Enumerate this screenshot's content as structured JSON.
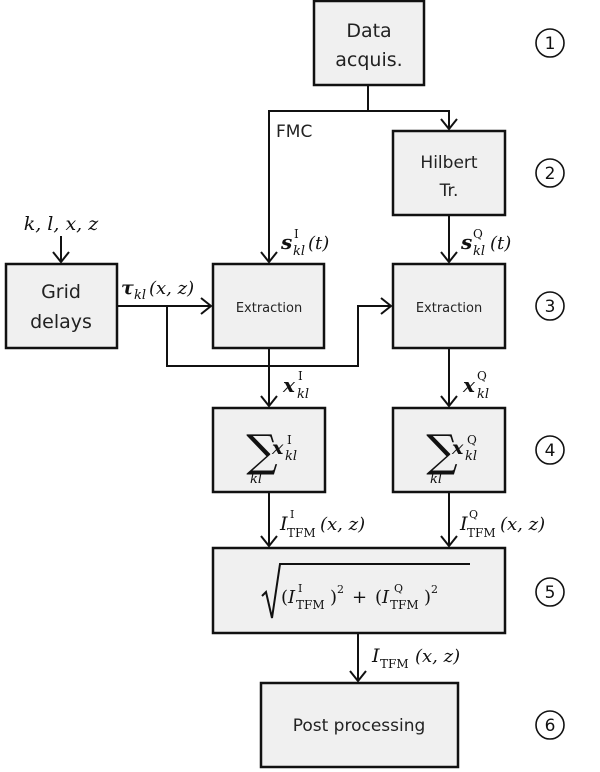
{
  "blocks": {
    "data_acquis": {
      "lines": [
        "Data",
        "acquis."
      ]
    },
    "hilbert": {
      "lines": [
        "Hilbert",
        "Tr."
      ]
    },
    "grid_delays": {
      "lines": [
        "Grid",
        "delays"
      ]
    },
    "extraction_i": {
      "label": "Extraction"
    },
    "extraction_q": {
      "label": "Extraction"
    },
    "sum_i": {
      "sigma": "∑",
      "index": "kl",
      "term": "x",
      "sup": "I",
      "sub": "kl"
    },
    "sum_q": {
      "sigma": "∑",
      "index": "kl",
      "term": "x",
      "sup": "Q",
      "sub": "kl"
    },
    "magnitude": {
      "sqrt": "√",
      "open1": "(",
      "I1": "I",
      "sup1": "I",
      "sub1": "TFM",
      "close1": ")",
      "pow1": "2",
      "plus": "+",
      "open2": "(",
      "I2": "I",
      "sup2": "Q",
      "sub2": "TFM",
      "close2": ")",
      "pow2": "2"
    },
    "post": {
      "label": "Post processing"
    }
  },
  "labels": {
    "fmc": "FMC",
    "inputs": "k, l, x, z",
    "tau": {
      "main": "τ",
      "sub": "kl",
      "args": "(x, z)"
    },
    "s_i": {
      "main": "s",
      "sup": "I",
      "sub": "kl",
      "args": "(t)"
    },
    "s_q": {
      "main": "s",
      "sup": "Q",
      "sub": "kl",
      "args": "(t)"
    },
    "x_i": {
      "main": "x",
      "sup": "I",
      "sub": "kl"
    },
    "x_q": {
      "main": "x",
      "sup": "Q",
      "sub": "kl"
    },
    "itfm_i": {
      "main": "I",
      "sup": "I",
      "sub": "TFM",
      "args": "(x, z)"
    },
    "itfm_q": {
      "main": "I",
      "sup": "Q",
      "sub": "TFM",
      "args": "(x, z)"
    },
    "itfm": {
      "main": "I",
      "sub": "TFM",
      "args": "(x, z)"
    }
  },
  "steps": [
    "1",
    "2",
    "3",
    "4",
    "5",
    "6"
  ],
  "colors": {
    "box_fill": "#f0f0f0",
    "stroke": "#111111"
  }
}
